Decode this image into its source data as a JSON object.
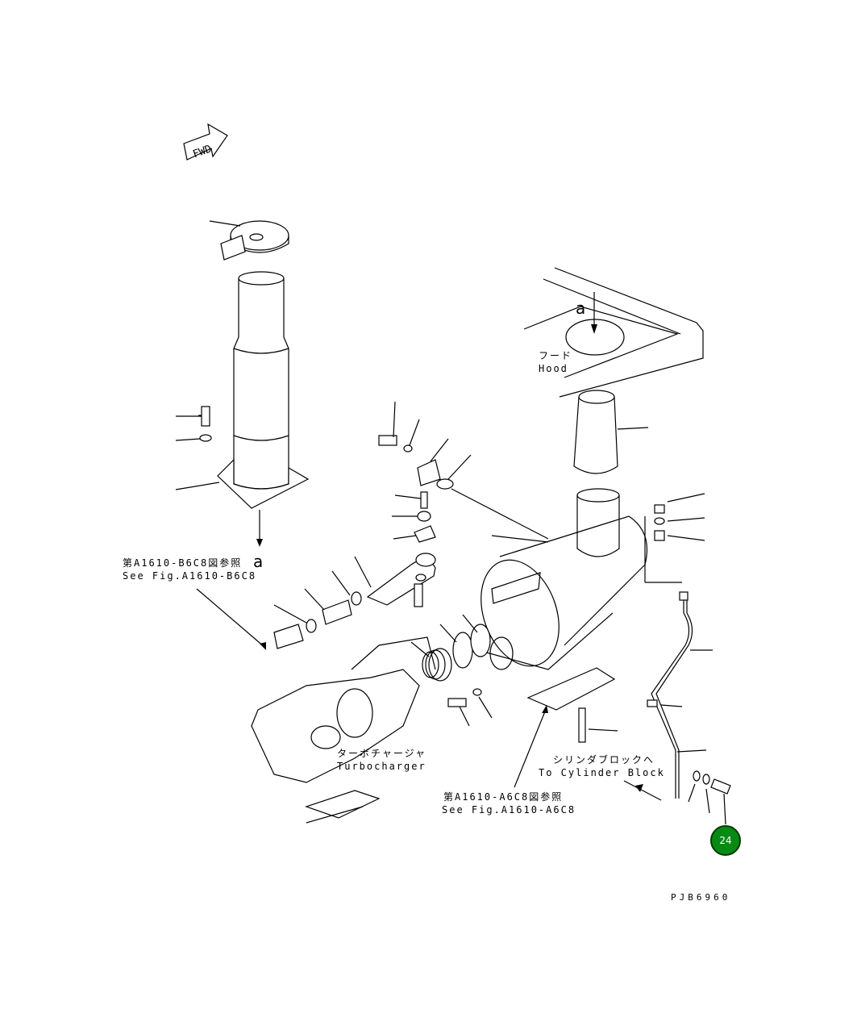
{
  "labels": {
    "fwd": "FWD",
    "view_a_top": "a",
    "hood_jp": "フード",
    "hood_en": "Hood",
    "ref_b_jp": "第A1610-B6C8図参照",
    "ref_b_en": "See Fig.A1610-B6C8",
    "view_a_left": "a",
    "turbo_jp": "ターボチャージャ",
    "turbo_en": "Turbocharger",
    "cyl_jp": "シリンダブロックへ",
    "cyl_en": "To Cylinder Block",
    "ref_a_jp": "第A1610-A6C8図参照",
    "ref_a_en": "See Fig.A1610-A6C8",
    "drawing_code": "PJB6960"
  },
  "callout": {
    "number": "24",
    "color": "#078a13"
  }
}
